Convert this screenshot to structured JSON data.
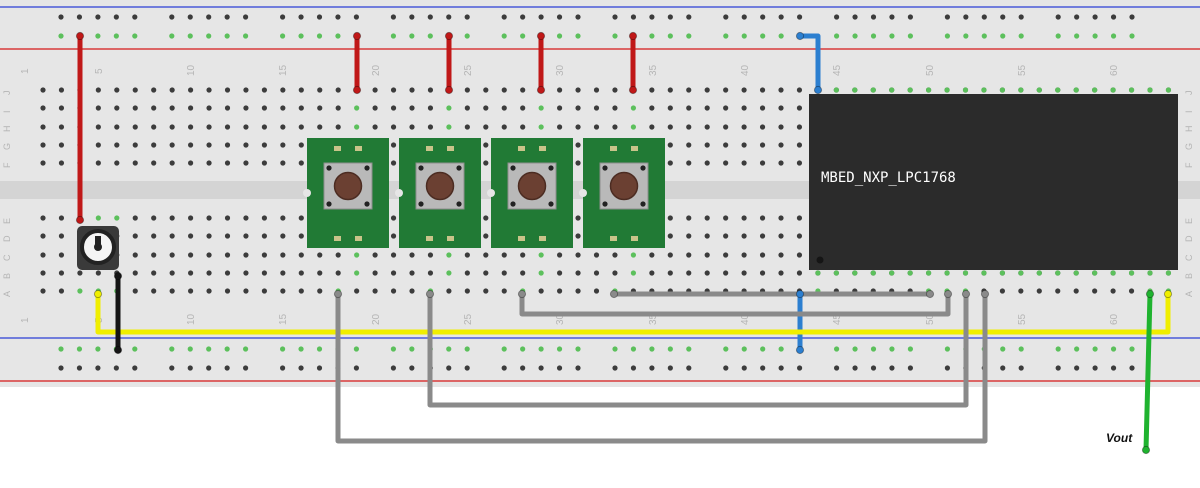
{
  "board": {
    "column_numbers": [
      "1",
      "5",
      "10",
      "15",
      "20",
      "25",
      "30",
      "35",
      "40",
      "45",
      "50",
      "55",
      "60"
    ],
    "row_letters_top": [
      "J",
      "I",
      "H",
      "G",
      "F"
    ],
    "row_letters_bottom": [
      "E",
      "D",
      "C",
      "B",
      "A"
    ]
  },
  "chip": {
    "label": "MBED_NXP_LPC1768"
  },
  "buttons": {
    "count": 4
  },
  "output": {
    "label": "Vout"
  },
  "colors": {
    "board": "#e6e6e6",
    "rail_blue": "#4a5ad8",
    "rail_red": "#d83a3a",
    "hole": "#3c3c3c",
    "hole_active": "#5cc05c",
    "button_pcb": "#217a35",
    "chip": "#2b2b2b",
    "wire_red": "#c01818",
    "wire_blue": "#2c7fd0",
    "wire_yellow": "#f0ee00",
    "wire_black": "#151515",
    "wire_gray": "#8a8a8a",
    "wire_green": "#1fb32f"
  }
}
